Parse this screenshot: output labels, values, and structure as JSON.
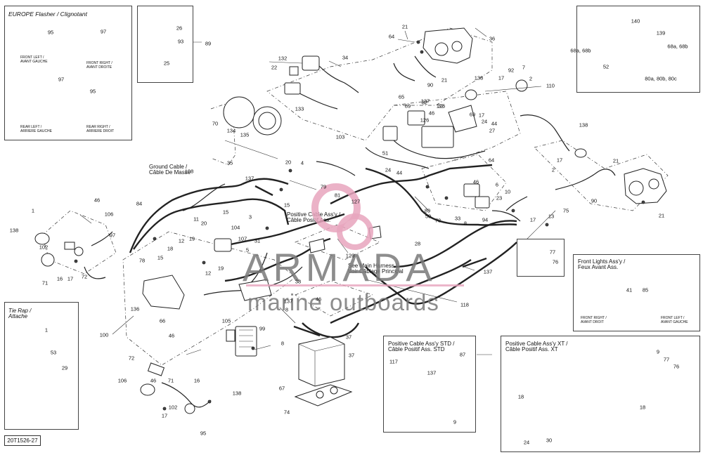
{
  "doc_code": "20T1526-27",
  "watermark": {
    "brand": "ARMADA",
    "tagline": "marine outboards"
  },
  "insets": {
    "europe": {
      "title": "EUROPE Flasher / Clignotant",
      "front_left": "FRONT LEFT /\nAVANT GAUCHE",
      "front_right": "FRONT RIGHT /\nAVANT DROITE",
      "rear_left": "REAR LEFT /\nARRIERE GAUCHE",
      "rear_right": "REAR RIGHT /\nARRIERE DROIT"
    },
    "tie_rap": {
      "title": "Tie Rap /\nAttache"
    },
    "front_lights": {
      "title": "Front Lights Ass'y /\nFeux Avant Ass.",
      "front_right": "FRONT RIGHT /\nAVANT DROIT",
      "front_left": "FRONT LEFT /\nAVANT GAUCHE"
    },
    "pos_std": {
      "title": "Positive Cable Ass'y STD /\nCâble Positif Ass. STD"
    },
    "pos_xt": {
      "title": "Positive Cable Ass'y XT /\nCâble Positif Ass. XT"
    }
  },
  "callouts": {
    "ground_cable": "Ground Cable /\nCâble De Masse",
    "positive_cable": "Positive Cable Ass'y /\nCâble Positif Ass.",
    "main_harness": "See Main Harness /\nVoir Câblage Principal"
  },
  "part_labels": [
    "95",
    "97",
    "97",
    "95",
    "26",
    "93",
    "25",
    "89",
    "64",
    "21",
    "36",
    "132",
    "22",
    "34",
    "133",
    "65",
    "89",
    "90",
    "21",
    "32",
    "126",
    "69",
    "46",
    "17",
    "24",
    "44",
    "27",
    "138",
    "17",
    "7",
    "92",
    "2",
    "110",
    "140",
    "139",
    "68a, 68b",
    "68a, 68b",
    "52",
    "80a, 80b, 80c",
    "70",
    "134",
    "135",
    "35",
    "103",
    "51",
    "24",
    "44",
    "64",
    "138",
    "17",
    "2",
    "21",
    "90",
    "21",
    "108",
    "137",
    "20",
    "4",
    "15",
    "79",
    "81",
    "127",
    "84",
    "11",
    "20",
    "15",
    "3",
    "104",
    "107",
    "12",
    "19",
    "31",
    "18",
    "78",
    "15",
    "12",
    "19",
    "5",
    "106",
    "46",
    "1",
    "138",
    "102",
    "71",
    "16",
    "17",
    "72",
    "97",
    "120",
    "28",
    "89",
    "50",
    "73",
    "33",
    "8",
    "94",
    "46",
    "6",
    "10",
    "23",
    "17",
    "13",
    "75",
    "77",
    "76",
    "137",
    "38",
    "136",
    "66",
    "100",
    "46",
    "8",
    "105",
    "99",
    "8",
    "137",
    "46",
    "118",
    "37",
    "37",
    "67",
    "74",
    "72",
    "46",
    "106",
    "102",
    "71",
    "17",
    "16",
    "95",
    "138",
    "1",
    "53",
    "29",
    "41",
    "85",
    "87",
    "117",
    "137",
    "9",
    "18",
    "9",
    "77",
    "76",
    "30",
    "18",
    "137",
    "32",
    "126",
    "24"
  ]
}
